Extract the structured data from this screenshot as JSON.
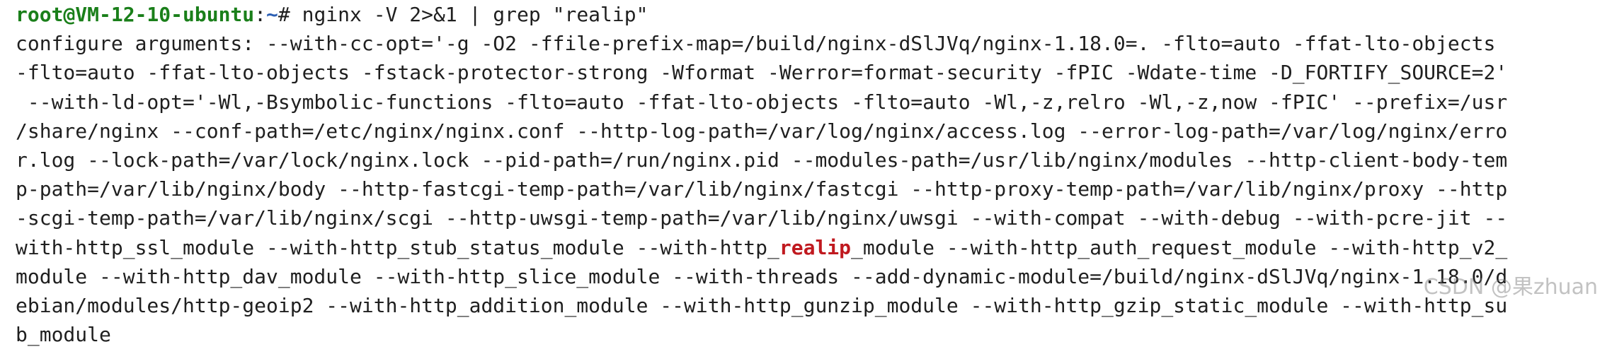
{
  "prompt": {
    "user_host": "root@VM-12-10-ubuntu",
    "separator": ":",
    "path": "~",
    "symbol": "#",
    "command": " nginx -V 2>&1 | grep \"realip\""
  },
  "output_lines": [
    {
      "text": "configure arguments: --with-cc-opt='-g -O2 -ffile-prefix-map=/build/nginx-dSlJVq/nginx-1.18.0=. -flto=auto -ffat-lto-objects"
    },
    {
      "text": "-flto=auto -ffat-lto-objects -fstack-protector-strong -Wformat -Werror=format-security -fPIC -Wdate-time -D_FORTIFY_SOURCE=2'"
    },
    {
      "text": " --with-ld-opt='-Wl,-Bsymbolic-functions -flto=auto -ffat-lto-objects -flto=auto -Wl,-z,relro -Wl,-z,now -fPIC' --prefix=/usr"
    },
    {
      "text": "/share/nginx --conf-path=/etc/nginx/nginx.conf --http-log-path=/var/log/nginx/access.log --error-log-path=/var/log/nginx/erro"
    },
    {
      "text": "r.log --lock-path=/var/lock/nginx.lock --pid-path=/run/nginx.pid --modules-path=/usr/lib/nginx/modules --http-client-body-tem"
    },
    {
      "text": "p-path=/var/lib/nginx/body --http-fastcgi-temp-path=/var/lib/nginx/fastcgi --http-proxy-temp-path=/var/lib/nginx/proxy --http"
    },
    {
      "text": "-scgi-temp-path=/var/lib/nginx/scgi --http-uwsgi-temp-path=/var/lib/nginx/uwsgi --with-compat --with-debug --with-pcre-jit --"
    },
    {
      "pre": "with-http_ssl_module --with-http_stub_status_module --with-http_",
      "match": "realip",
      "post": "_module --with-http_auth_request_module --with-http_v2_"
    },
    {
      "text": "module --with-http_dav_module --with-http_slice_module --with-threads --add-dynamic-module=/build/nginx-dSlJVq/nginx-1.18.0/d"
    },
    {
      "text": "ebian/modules/http-geoip2 --with-http_addition_module --with-http_gunzip_module --with-http_gzip_static_module --with-http_su"
    },
    {
      "text": "b_module"
    }
  ],
  "watermark": "CSDN @果zhuan",
  "colors": {
    "prompt_user": "#1a7f1a",
    "prompt_path": "#2b5fb4",
    "match_highlight": "#c0191f",
    "text": "#1f1f1f",
    "background": "#ffffff"
  }
}
